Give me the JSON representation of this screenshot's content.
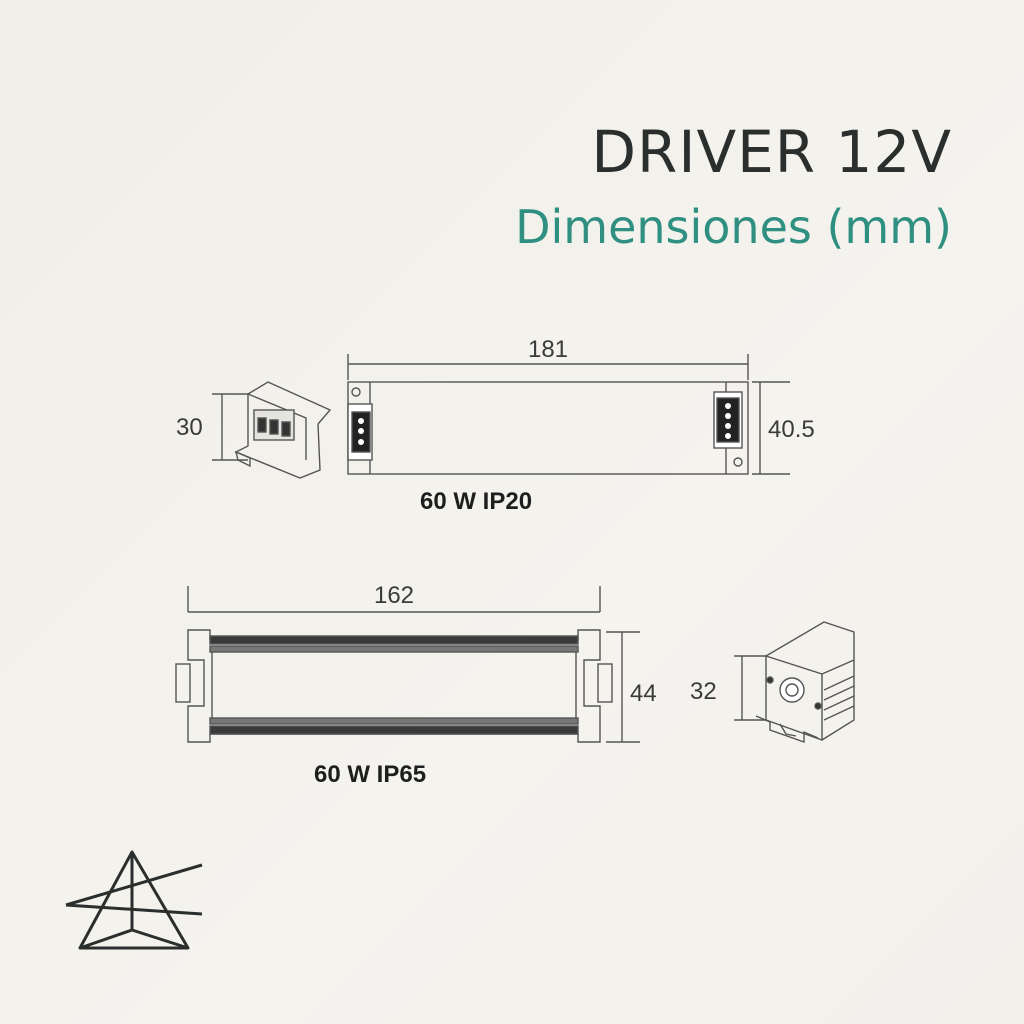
{
  "header": {
    "title": "DRIVER 12V",
    "subtitle": "Dimensiones (mm)"
  },
  "accent_color": "#2f8f80",
  "ip20": {
    "length": "181",
    "height": "40.5",
    "side_height": "30",
    "caption": "60 W IP20"
  },
  "ip65": {
    "length": "162",
    "height": "44",
    "side_height": "32",
    "caption": "60 W IP65"
  },
  "logo": {
    "icon": "triangle-logo-icon"
  }
}
